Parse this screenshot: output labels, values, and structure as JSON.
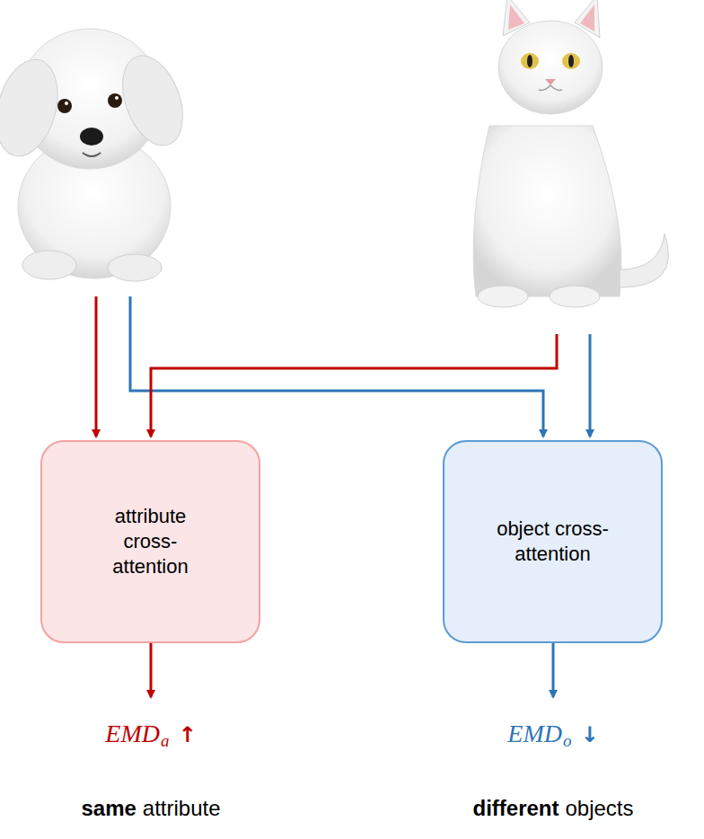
{
  "diagram": {
    "nodes": [
      {
        "text": [
          "attribute cross-attention"
        ]
      },
      {
        "text": [
          "object cross-attention"
        ]
      }
    ],
    "labels": [
      "EMD",
      "a",
      "↑",
      "EMD",
      "o",
      "↓",
      "same",
      "attribute",
      "different",
      "objects"
    ]
  }
}
